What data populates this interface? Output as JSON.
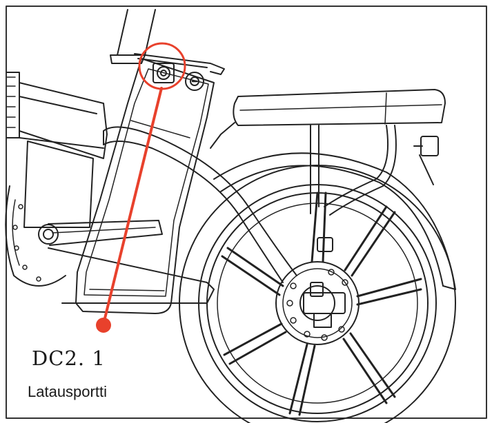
{
  "labels": {
    "model": "DC2. 1",
    "port": "Latausportti"
  },
  "colors": {
    "line": "#222222",
    "callout": "#e8412c",
    "background": "#ffffff"
  },
  "icons": {
    "wheel": "bike-rear-wheel",
    "port": "charging-port-icon"
  }
}
